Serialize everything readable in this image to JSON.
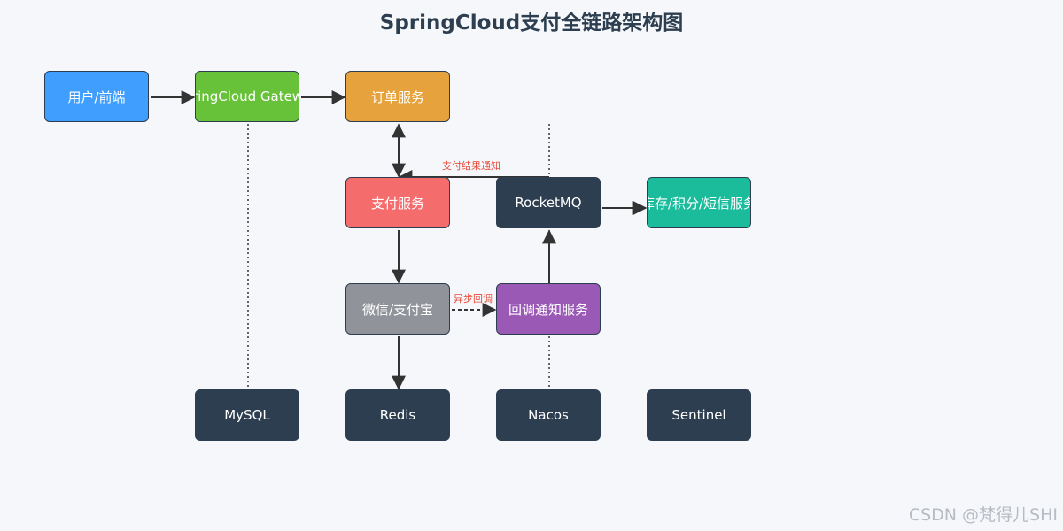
{
  "title": "SpringCloud支付全链路架构图",
  "nodes": {
    "user": "用户/前端",
    "gateway": "SpringCloud Gateway",
    "order": "订单服务",
    "payment": "支付服务",
    "rocketmq": "RocketMQ",
    "downstream": "库存/积分/短信服务",
    "thirdpay": "微信/支付宝",
    "callback": "回调通知服务",
    "mysql": "MySQL",
    "redis": "Redis",
    "nacos": "Nacos",
    "sentinel": "Sentinel"
  },
  "edges": {
    "notify_label": "支付结果通知",
    "async_label": "异步回调"
  },
  "colors": {
    "user": "#409eff",
    "gateway": "#67c23a",
    "order": "#e6a23c",
    "payment": "#f56c6c",
    "rocketmq": "#2c3e50",
    "downstream": "#1abc9c",
    "thirdpay": "#909399",
    "callback": "#9b59b6",
    "infra": "#2c3e50"
  },
  "watermark": "CSDN @梵得儿SHI"
}
